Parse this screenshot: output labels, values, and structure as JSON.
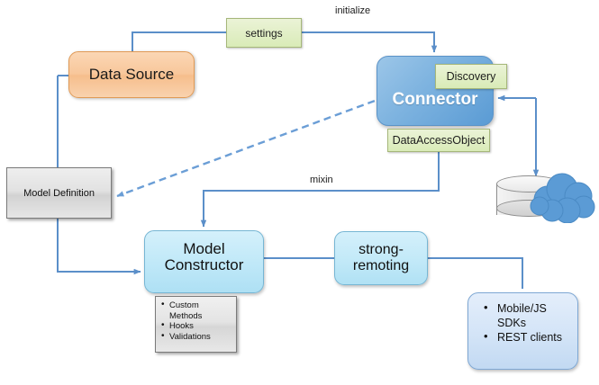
{
  "diagram": {
    "title": "LoopBack architecture diagram",
    "colors": {
      "wire": "#5b8fc9",
      "dashed_wire": "#5b8fc9",
      "orange_node": "#f8c79b",
      "green_node": "#e2efc7",
      "connector_blue": "#5a9bd4",
      "light_blue_node": "#bfe8f8",
      "gray_node": "#e2e2e2",
      "client_blue": "#d3e4f7",
      "cloud_blue": "#5b9bd5"
    }
  },
  "nodes": {
    "data_source": "Data Source",
    "settings": "settings",
    "connector": "Connector",
    "discovery": "Discovery",
    "data_access_object": "DataAccessObject",
    "model_definition": "Model Definition",
    "model_constructor": "Model Constructor",
    "strong_remoting": "strong-remoting"
  },
  "model_constructor_features": [
    "Custom Methods",
    "Hooks",
    "Validations"
  ],
  "clients": [
    "Mobile/JS SDKs",
    "REST clients"
  ],
  "edge_labels": {
    "initialize": "initialize",
    "mixin": "mixin"
  },
  "icons": {
    "database": "database-cylinder-icon",
    "cloud": "cloud-icon"
  }
}
